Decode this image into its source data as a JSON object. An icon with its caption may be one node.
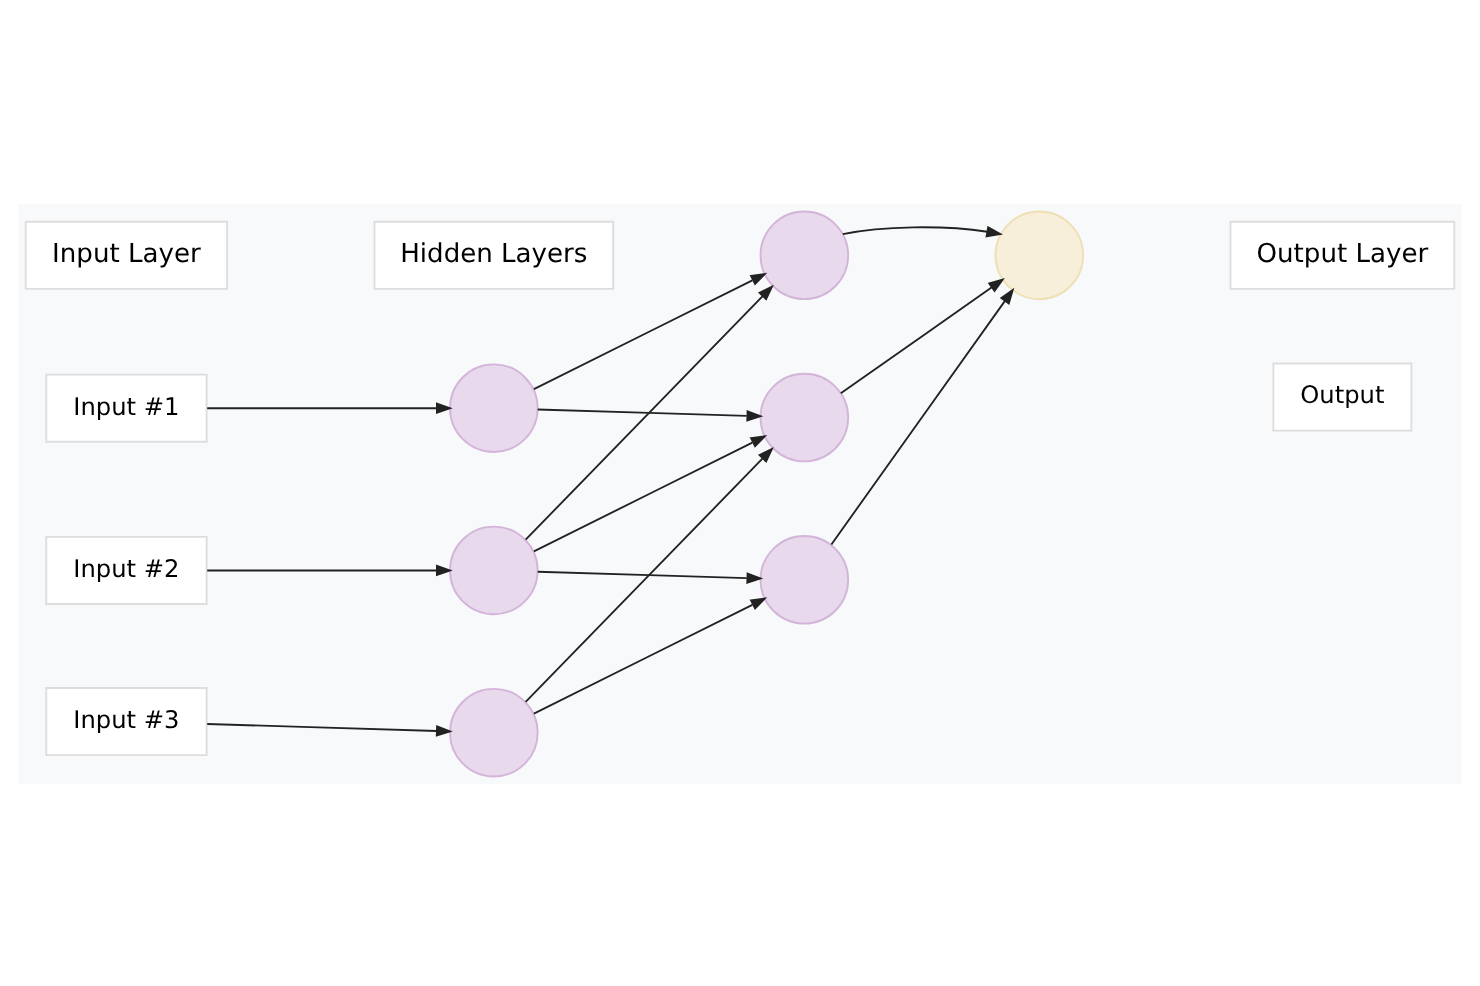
{
  "diagram": {
    "nodes": [
      {
        "text": [
          "Input Layer"
        ]
      },
      {
        "text": [
          "Hidden Layers"
        ]
      },
      {
        "text": [
          "Output Layer"
        ]
      },
      {
        "text": [
          "Input #1"
        ]
      },
      {
        "text": [],
        "shape": "circle"
      },
      {
        "text": [],
        "shape": "circle"
      },
      {
        "text": [
          "Input #2"
        ]
      },
      {
        "text": [],
        "shape": "circle"
      },
      {
        "text": [],
        "shape": "circle"
      },
      {
        "text": [],
        "shape": "circle"
      },
      {
        "text": [
          "Output"
        ]
      },
      {
        "text": [
          "Input #3"
        ]
      },
      {
        "text": [],
        "shape": "circle"
      },
      {
        "text": [],
        "shape": "circle"
      }
    ],
    "edges": [
      {
        "from": 3,
        "to": 4,
        "arrow": "to"
      },
      {
        "from": 6,
        "to": 7,
        "arrow": "to"
      },
      {
        "from": 11,
        "to": 12,
        "arrow": "to"
      },
      {
        "from": 4,
        "to": 5,
        "arrow": "to"
      },
      {
        "from": 4,
        "to": 8,
        "arrow": "to"
      },
      {
        "from": 7,
        "to": 5,
        "arrow": "to"
      },
      {
        "from": 7,
        "to": 8,
        "arrow": "to"
      },
      {
        "from": 7,
        "to": 13,
        "arrow": "to"
      },
      {
        "from": 12,
        "to": 8,
        "arrow": "to"
      },
      {
        "from": 12,
        "to": 13,
        "arrow": "to"
      },
      {
        "from": 5,
        "to": 9,
        "arrow": "to"
      },
      {
        "from": 8,
        "to": 9,
        "arrow": "to"
      },
      {
        "from": 13,
        "to": 9,
        "arrow": "to"
      }
    ]
  }
}
